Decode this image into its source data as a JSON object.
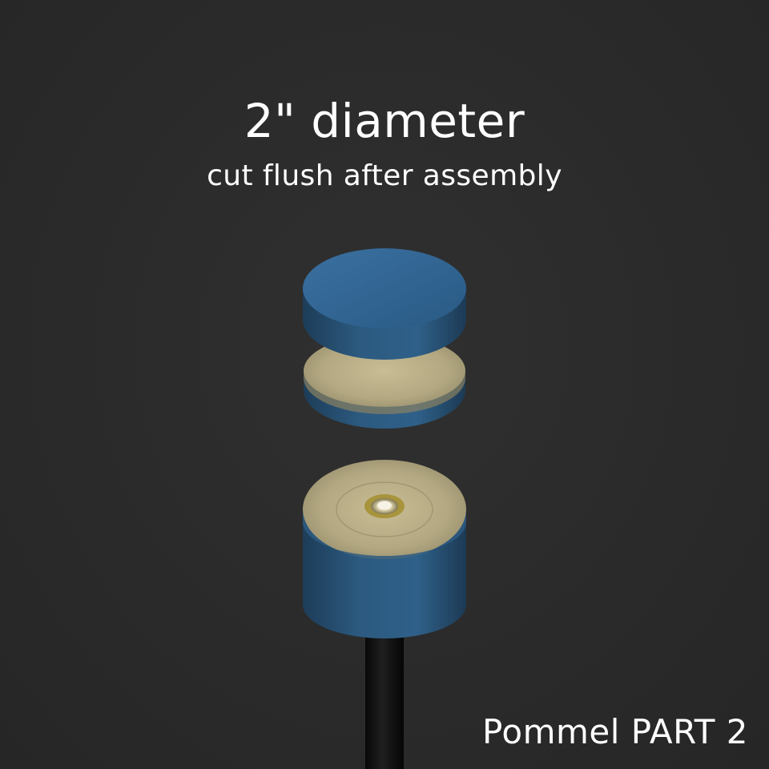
{
  "title": "2\" diameter",
  "subtitle": "cut flush after assembly",
  "caption": "Pommel PART 2",
  "colors": {
    "background": "#2b2b2b",
    "part_blue": "#2f5f87",
    "part_core": "#b8ad86",
    "rod": "#0f0f0f"
  }
}
